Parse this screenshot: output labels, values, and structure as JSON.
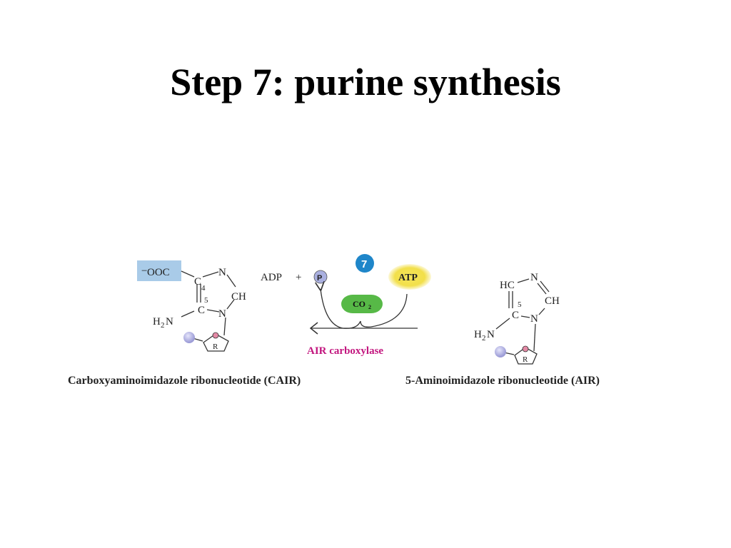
{
  "slide": {
    "title": "Step 7: purine synthesis"
  },
  "reaction": {
    "step_number": "7",
    "enzyme": "AIR carboxylase",
    "cofactors": {
      "adp": "ADP",
      "plus": "+",
      "phosphate": "P",
      "co2": "CO",
      "co2_sub": "2",
      "atp": "ATP"
    },
    "product": {
      "name": "Carboxyaminoimidazole ribonucleotide (CAIR)",
      "carboxyl_charge": "−",
      "carboxyl": "OOC",
      "c4": "C",
      "c4_num": "4",
      "c5": "C",
      "c5_num": "5",
      "n3": "N",
      "n1": "N",
      "ch": "CH",
      "amine": "H",
      "amine_sub": "2",
      "amine_n": "N",
      "ribose": "R"
    },
    "substrate": {
      "name": "5-Aminoimidazole ribonucleotide (AIR)",
      "hc": "HC",
      "c5": "C",
      "c5_num": "5",
      "n3": "N",
      "n1": "N",
      "ch": "CH",
      "amine": "H",
      "amine_sub": "2",
      "amine_n": "N",
      "ribose": "R"
    }
  },
  "colors": {
    "carboxyl_highlight": "#a9cbe8",
    "step_badge": "#1f86c9",
    "co2": "#57b947",
    "atp": "#f2df4a",
    "phosphate": "#aab0e0",
    "enzyme_text": "#c2157e",
    "ribose_dot": "#e48aa6",
    "phosphate_sphere": "#b5b5e4"
  }
}
